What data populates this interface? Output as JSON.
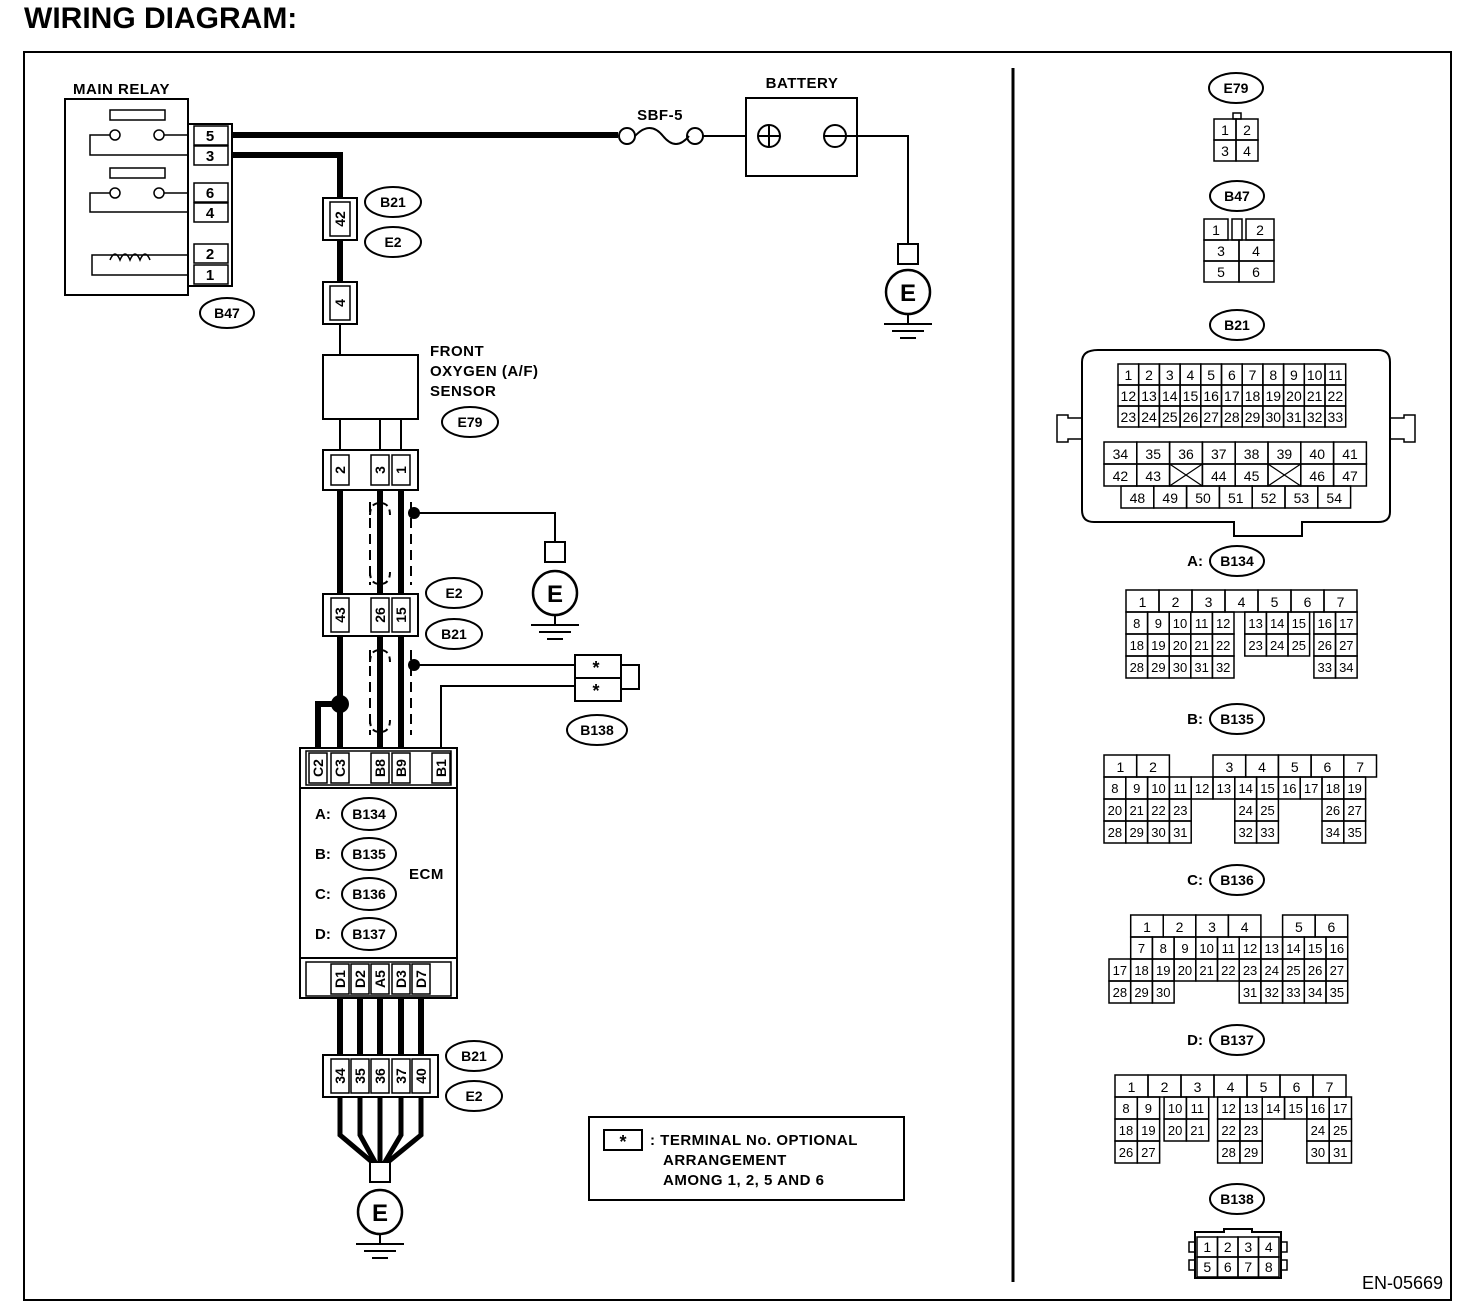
{
  "page_title": "WIRING DIAGRAM:",
  "doc_code": "EN-05669",
  "main_relay": {
    "label": "MAIN RELAY",
    "connector": "B47",
    "pins": [
      "5",
      "3",
      "6",
      "4",
      "2",
      "1"
    ]
  },
  "fuse": "SBF-5",
  "battery": {
    "label": "BATTERY",
    "pos": "+",
    "neg": "−"
  },
  "ground": "E",
  "joint1": {
    "upper": "42",
    "lower": "4",
    "conn_a": "B21",
    "conn_b": "E2"
  },
  "sensor": {
    "line1": "FRONT",
    "line2": "OXYGEN (A/F)",
    "line3": "SENSOR",
    "connector": "E79",
    "pins": [
      "2",
      "3",
      "1"
    ]
  },
  "joint2": {
    "pins": [
      "43",
      "26",
      "15"
    ],
    "conn_a": "E2",
    "conn_b": "B21"
  },
  "b138": {
    "label": "B138",
    "pins": [
      "*",
      "*"
    ]
  },
  "ecm": {
    "label": "ECM",
    "top_pins": [
      "C2",
      "C3",
      "B8",
      "B9",
      "B1"
    ],
    "bottom_pins": [
      "D1",
      "D2",
      "A5",
      "D3",
      "D7"
    ],
    "rows": [
      {
        "letter": "A:",
        "conn": "B134"
      },
      {
        "letter": "B:",
        "conn": "B135"
      },
      {
        "letter": "C:",
        "conn": "B136"
      },
      {
        "letter": "D:",
        "conn": "B137"
      }
    ]
  },
  "joint3": {
    "pins": [
      "34",
      "35",
      "36",
      "37",
      "40"
    ],
    "conn_a": "B21",
    "conn_b": "E2"
  },
  "legend": {
    "symbol": "*",
    "line1": ": TERMINAL No. OPTIONAL",
    "line2": "ARRANGEMENT",
    "line3": "AMONG 1, 2, 5   AND 6"
  },
  "connectors": {
    "e79": {
      "name": "E79",
      "rows": [
        [
          "1",
          "2"
        ],
        [
          "3",
          "4"
        ]
      ]
    },
    "b47": {
      "name": "B47",
      "rows": [
        [
          "1",
          "",
          "2"
        ],
        [
          "3",
          "4"
        ],
        [
          "5",
          "6"
        ]
      ]
    },
    "b21": {
      "name": "B21",
      "top": [
        [
          "1",
          "2",
          "3",
          "4",
          "5",
          "6",
          "7",
          "8",
          "9",
          "10",
          "11"
        ],
        [
          "12",
          "13",
          "14",
          "15",
          "16",
          "17",
          "18",
          "19",
          "20",
          "21",
          "22"
        ],
        [
          "23",
          "24",
          "25",
          "26",
          "27",
          "28",
          "29",
          "30",
          "31",
          "32",
          "33"
        ]
      ],
      "bottom": [
        [
          "34",
          "35",
          "36",
          "37",
          "38",
          "39",
          "40",
          "41"
        ],
        [
          "42",
          "43",
          "X",
          "44",
          "45",
          "X",
          "46",
          "47"
        ],
        [
          "48",
          "49",
          "50",
          "51",
          "52",
          "53",
          "54"
        ]
      ]
    },
    "b134": {
      "prefix": "A:",
      "name": "B134",
      "rows": [
        [
          "1",
          "2",
          "3",
          "4",
          "5",
          "6",
          "7"
        ],
        [
          "8",
          "9",
          "10",
          "11",
          "12",
          "13",
          "14",
          "15",
          "16",
          "17"
        ],
        [
          "18",
          "19",
          "20",
          "21",
          "22",
          "23",
          "24",
          "25",
          "26",
          "27"
        ],
        [
          "28",
          "29",
          "30",
          "31",
          "32",
          "33",
          "34"
        ]
      ]
    },
    "b135": {
      "prefix": "B:",
      "name": "B135",
      "rows": [
        [
          "1",
          "2",
          "3",
          "4",
          "5",
          "6",
          "7"
        ],
        [
          "8",
          "9",
          "10",
          "11",
          "12",
          "13",
          "14",
          "15",
          "16",
          "17",
          "18",
          "19"
        ],
        [
          "20",
          "21",
          "22",
          "23",
          "24",
          "25",
          "26",
          "27"
        ],
        [
          "28",
          "29",
          "30",
          "31",
          "32",
          "33",
          "34",
          "35"
        ]
      ]
    },
    "b136": {
      "prefix": "C:",
      "name": "B136",
      "rows": [
        [
          "1",
          "2",
          "3",
          "4",
          "5",
          "6"
        ],
        [
          "7",
          "8",
          "9",
          "10",
          "11",
          "12",
          "13",
          "14",
          "15",
          "16"
        ],
        [
          "17",
          "18",
          "19",
          "20",
          "21",
          "22",
          "23",
          "24",
          "25",
          "26",
          "27"
        ],
        [
          "28",
          "29",
          "30",
          "31",
          "32",
          "33",
          "34",
          "35"
        ]
      ]
    },
    "b137": {
      "prefix": "D:",
      "name": "B137",
      "rows": [
        [
          "1",
          "2",
          "3",
          "4",
          "5",
          "6",
          "7"
        ],
        [
          "8",
          "9",
          "10",
          "11",
          "12",
          "13",
          "14",
          "15",
          "16",
          "17"
        ],
        [
          "18",
          "19",
          "20",
          "21",
          "22",
          "23",
          "24",
          "25"
        ],
        [
          "26",
          "27",
          "28",
          "29",
          "30",
          "31"
        ]
      ]
    },
    "b138": {
      "name": "B138",
      "rows": [
        [
          "1",
          "2",
          "3",
          "4"
        ],
        [
          "5",
          "6",
          "7",
          "8"
        ]
      ]
    }
  }
}
